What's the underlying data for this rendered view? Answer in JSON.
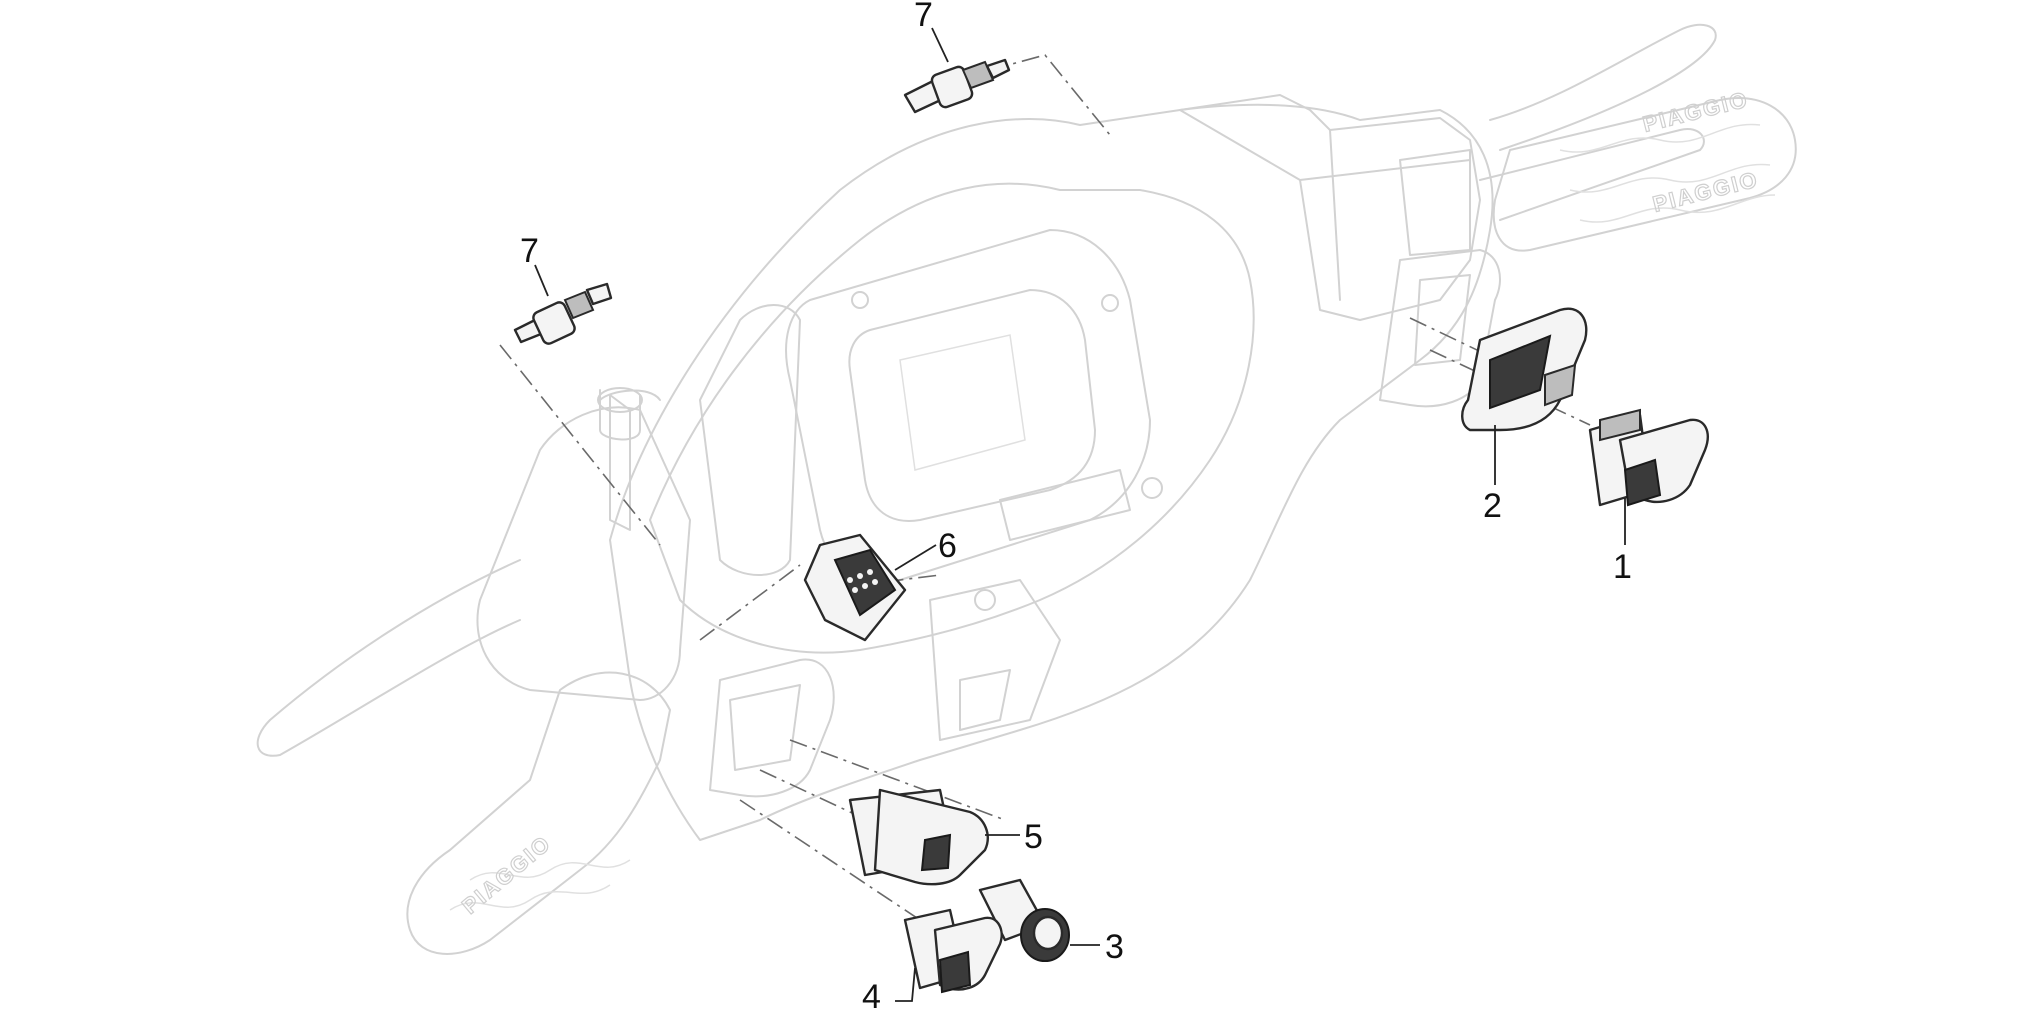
{
  "diagram": {
    "callouts": [
      {
        "id": "1",
        "label": "1"
      },
      {
        "id": "2",
        "label": "2"
      },
      {
        "id": "3",
        "label": "3"
      },
      {
        "id": "4",
        "label": "4"
      },
      {
        "id": "5",
        "label": "5"
      },
      {
        "id": "6",
        "label": "6"
      },
      {
        "id": "7a",
        "label": "7"
      },
      {
        "id": "7b",
        "label": "7"
      }
    ],
    "grip_brand": "PIAGGIO"
  }
}
